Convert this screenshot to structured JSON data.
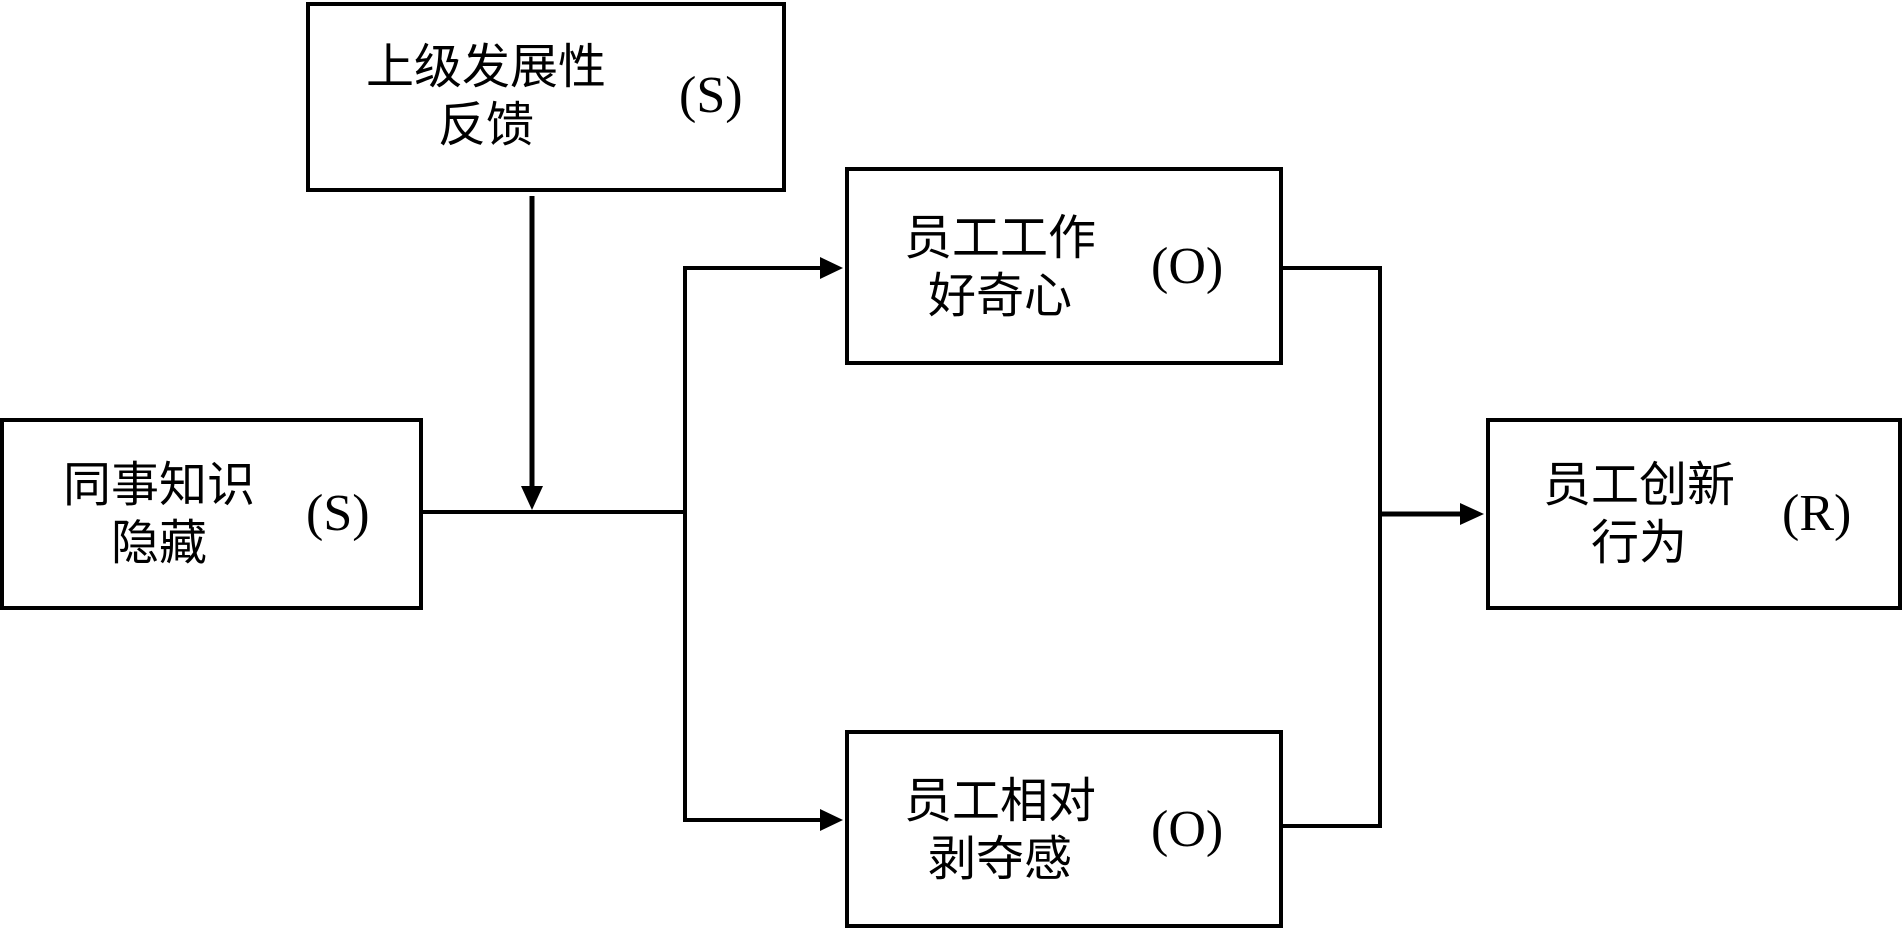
{
  "nodes": {
    "supervisor_feedback": {
      "line1": "上级发展性",
      "line2": "反馈",
      "tag": "(S)"
    },
    "coworker_hiding": {
      "line1": "同事知识",
      "line2": "隐藏",
      "tag": "(S)"
    },
    "work_curiosity": {
      "line1": "员工工作",
      "line2": "好奇心",
      "tag": "(O)"
    },
    "relative_deprivation": {
      "line1": "员工相对",
      "line2": "剥夺感",
      "tag": "(O)"
    },
    "innovative_behavior": {
      "line1": "员工创新",
      "line2": "行为",
      "tag": "(R)"
    }
  }
}
